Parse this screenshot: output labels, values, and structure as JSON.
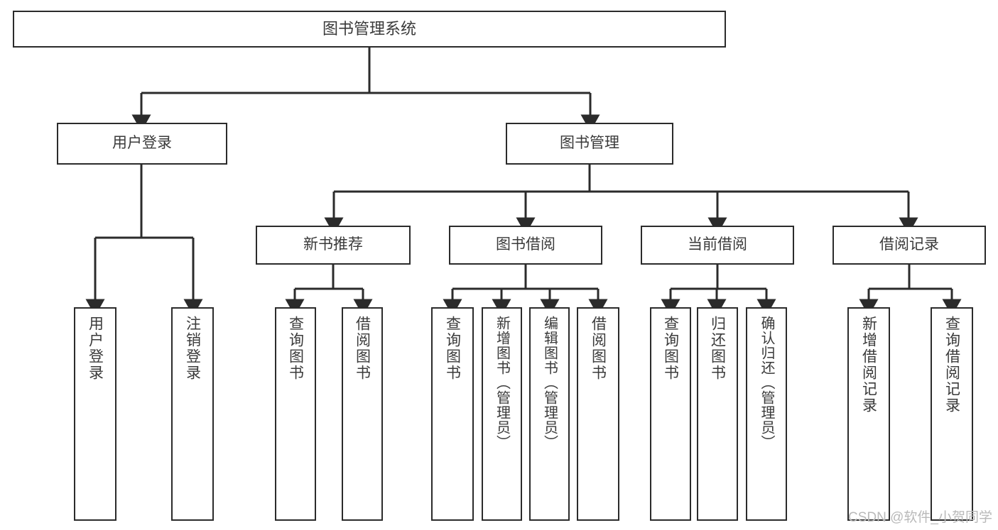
{
  "diagram": {
    "title": "图书管理系统",
    "type": "tree-hierarchy",
    "root": {
      "label": "图书管理系统"
    },
    "level1": [
      {
        "label": "用户登录"
      },
      {
        "label": "图书管理"
      }
    ],
    "level2": [
      {
        "label": "新书推荐"
      },
      {
        "label": "图书借阅"
      },
      {
        "label": "当前借阅"
      },
      {
        "label": "借阅记录"
      }
    ],
    "leaves": {
      "user_login": [
        {
          "label": "用户登录"
        },
        {
          "label": "注销登录"
        }
      ],
      "new_book_recommend": [
        {
          "label": "查询图书"
        },
        {
          "label": "借阅图书"
        }
      ],
      "book_borrow": [
        {
          "label": "查询图书"
        },
        {
          "label": "新增图书（管理员）"
        },
        {
          "label": "编辑图书（管理员）"
        },
        {
          "label": "借阅图书"
        }
      ],
      "current_borrow": [
        {
          "label": "查询图书"
        },
        {
          "label": "归还图书"
        },
        {
          "label": "确认归还（管理员）"
        }
      ],
      "borrow_records": [
        {
          "label": "新增借阅记录"
        },
        {
          "label": "查询借阅记录"
        }
      ]
    }
  },
  "watermark": {
    "text": "CSDN @软件_小贺同学"
  },
  "colors": {
    "border": "#2b2b2b",
    "text": "#3a3a3a",
    "background": "#ffffff",
    "watermark": "#b9b9b9"
  }
}
